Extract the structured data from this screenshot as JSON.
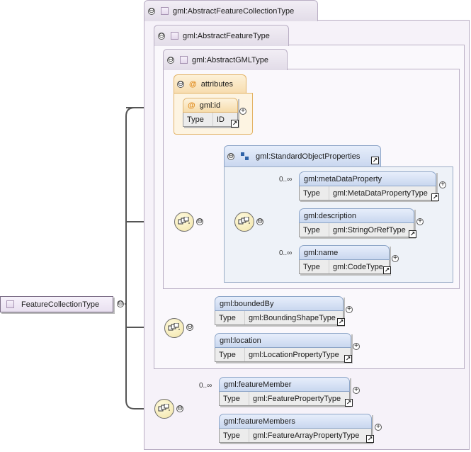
{
  "root": {
    "label": "FeatureCollectionType"
  },
  "groups": {
    "feature_collection": {
      "label": "gml:AbstractFeatureCollectionType"
    },
    "feature": {
      "label": "gml:AbstractFeatureType"
    },
    "gml": {
      "label": "gml:AbstractGMLType"
    }
  },
  "attributes": {
    "label": "attributes",
    "id": {
      "name": "gml:id",
      "type_key": "Type",
      "type": "ID"
    }
  },
  "standard_properties": {
    "label": "gml:StandardObjectProperties"
  },
  "elements": {
    "metaDataProperty": {
      "name": "gml:metaDataProperty",
      "type_key": "Type",
      "type": "gml:MetaDataPropertyType",
      "card": "0..∞"
    },
    "description": {
      "name": "gml:description",
      "type_key": "Type",
      "type": "gml:StringOrRefType"
    },
    "name": {
      "name": "gml:name",
      "type_key": "Type",
      "type": "gml:CodeType",
      "card": "0..∞"
    },
    "boundedBy": {
      "name": "gml:boundedBy",
      "type_key": "Type",
      "type": "gml:BoundingShapeType"
    },
    "location": {
      "name": "gml:location",
      "type_key": "Type",
      "type": "gml:LocationPropertyType"
    },
    "featureMember": {
      "name": "gml:featureMember",
      "type_key": "Type",
      "type": "gml:FeaturePropertyType",
      "card": "0..∞"
    },
    "featureMembers": {
      "name": "gml:featureMembers",
      "type_key": "Type",
      "type": "gml:FeatureArrayPropertyType"
    }
  },
  "symbols": {
    "collapse": "⊖",
    "expand": "+",
    "attribute": "@",
    "link": "↗"
  }
}
